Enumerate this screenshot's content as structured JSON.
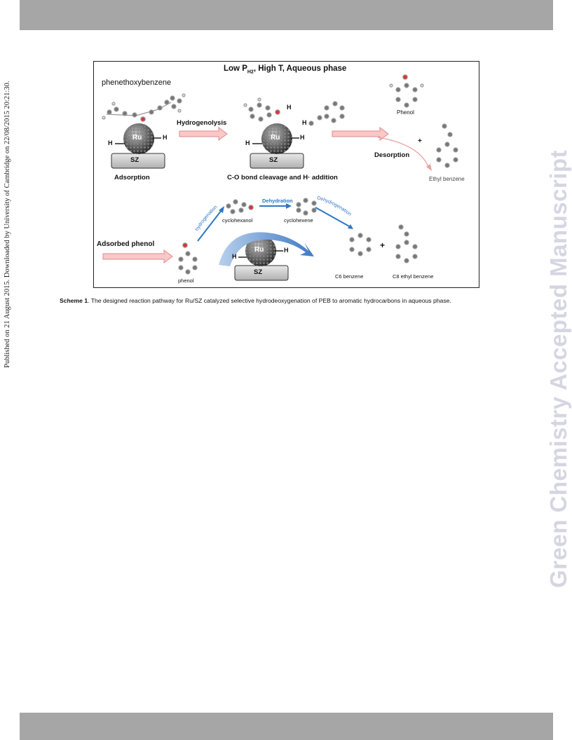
{
  "sidebar_text": "Published on 21 August 2015. Downloaded by University of Cambridge on 22/08/2015 20:21:30.",
  "watermark": "Green Chemistry Accepted Manuscript",
  "scheme": {
    "title": "Low P",
    "title_sub": "H2",
    "title_rest": ", High T,  Aqueous phase",
    "reactant": "phenethoxybenzene",
    "step_hydrogenolysis": "Hydrogenolysis",
    "step_desorption": "Desorption",
    "label_adsorption": "Adsorption",
    "label_cleavage": "C-O bond cleavage and H· addition",
    "label_phenol": "Phenol",
    "label_ethylbenzene": "Ethyl benzene",
    "plus": "+",
    "label_adsorbed_phenol": "Adsorbed phenol",
    "label_phenol_small": "phenol",
    "label_hydrogenation": "hydrogenation",
    "label_dehydration": "Dehydration",
    "label_dehydrogenation": "Dehydrogenation",
    "label_cyclohexanol": "cyclohexanol",
    "label_cyclohexene": "cyclohexene",
    "label_c6benzene": "C6 benzene",
    "label_c8ethyl": "C8 ethyl benzene",
    "ru": "Ru",
    "sz": "SZ",
    "h": "H"
  },
  "caption": {
    "bold": "Scheme 1",
    "text": ". The designed reaction pathway for Ru/SZ catalyzed selective hydrodeoxygenation of PEB to aromatic hydrocarbons in aqueous phase."
  }
}
